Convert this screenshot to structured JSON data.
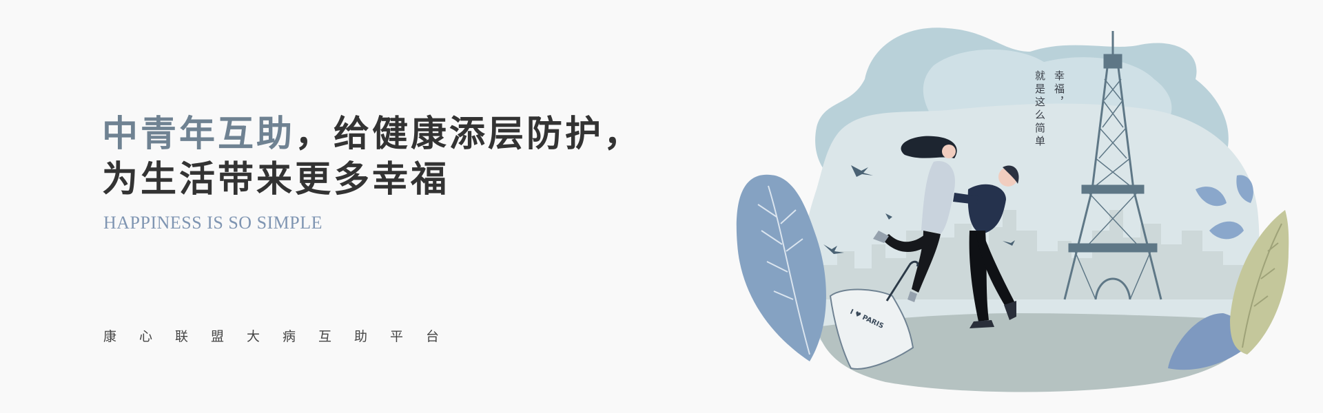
{
  "headline": {
    "accent": "中青年互助",
    "line1_rest": "，给健康添层防护，",
    "line2": "为生活带来更多幸福"
  },
  "subtitle": "HAPPINESS IS SO SIMPLE",
  "platform_name": "康心联盟大病互助平台",
  "illustration": {
    "slogan_col1": "幸福，",
    "slogan_col2": "就是这么简单",
    "umbrella_text": "I ♥ PARIS"
  },
  "colors": {
    "background": "#f9f9f9",
    "headline": "#333333",
    "accent": "#6f8292",
    "subtitle": "#7f95b2"
  }
}
